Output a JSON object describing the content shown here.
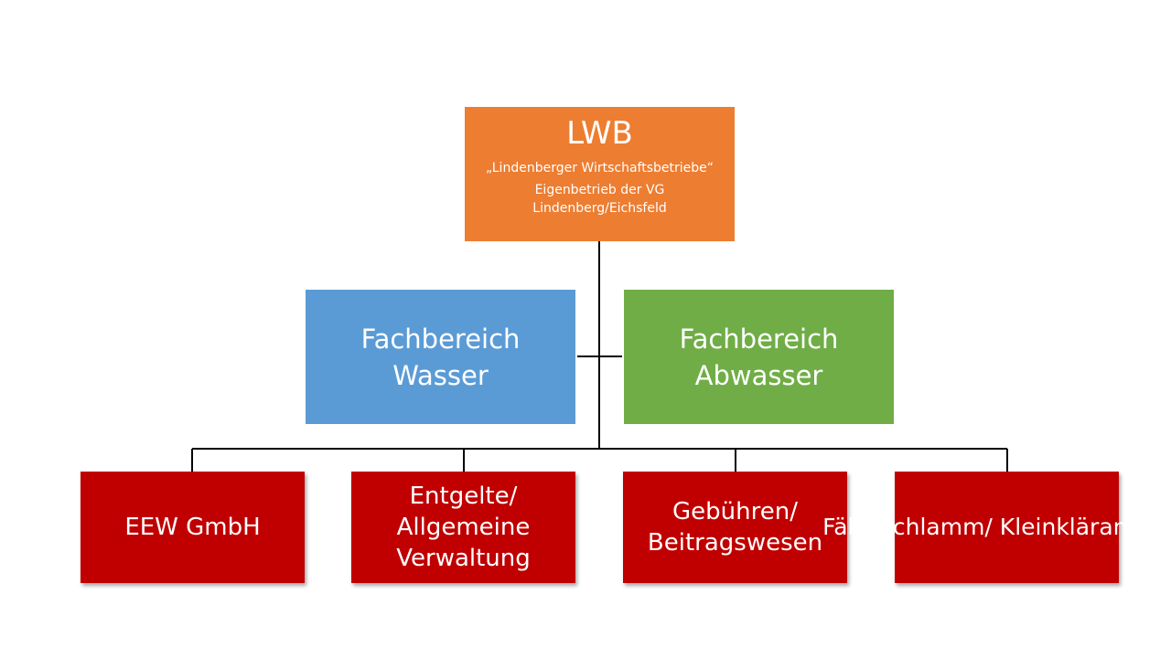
{
  "org_chart": {
    "root": {
      "title": "LWB",
      "subtitle": "„Lindenberger Wirtschaftsbetriebe“",
      "description": "Eigenbetrieb der VG Lindenberg/Eichsfeld"
    },
    "departments": [
      {
        "label": "Fachbereich Wasser",
        "color": "#5B9BD5"
      },
      {
        "label": "Fachbereich Abwasser",
        "color": "#70AD47"
      }
    ],
    "units": [
      {
        "label": "EEW GmbH"
      },
      {
        "label": "Entgelte/ Allgemeine Verwaltung"
      },
      {
        "label": "Gebühren/ Beitragswesen"
      },
      {
        "label": "Fäkalschlamm/ Kleinkläranlagen"
      }
    ],
    "colors": {
      "root": "#ED7D31",
      "unit": "#C00000",
      "text": "#FFFFFF",
      "connector": "#000000"
    }
  }
}
